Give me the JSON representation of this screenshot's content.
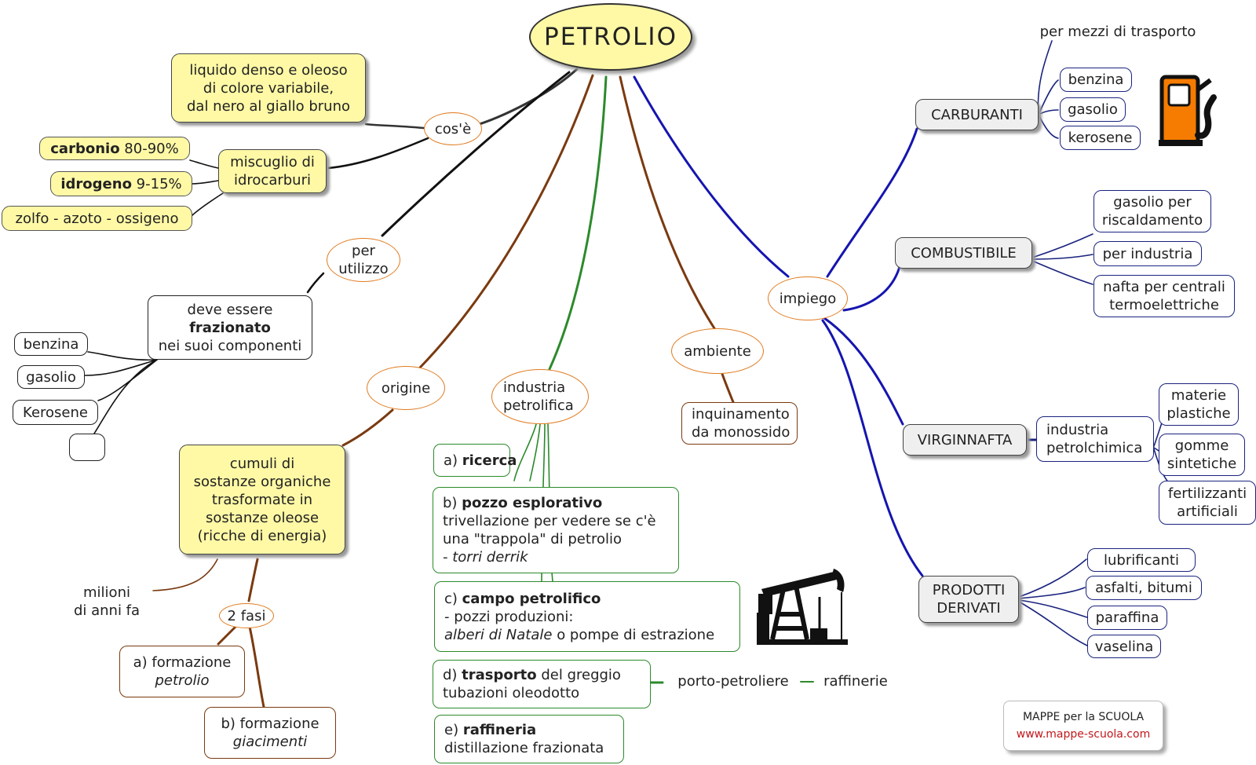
{
  "title": "PETROLIO",
  "cos_e": {
    "label": "cos'è",
    "definition": [
      "liquido denso e oleoso",
      "di colore variabile,",
      "dal nero al giallo bruno"
    ],
    "miscuglio": [
      "miscuglio di",
      "idrocarburi"
    ],
    "carbonio": {
      "name": "carbonio",
      "value": "80-90%"
    },
    "idrogeno": {
      "name": "idrogeno",
      "value": "9-15%"
    },
    "altri": "zolfo - azoto - ossigeno"
  },
  "per_utilizzo": {
    "label": [
      "per",
      "utilizzo"
    ],
    "box": {
      "line1": "deve essere",
      "line2": "frazionato",
      "line3": "nei suoi componenti"
    },
    "items": [
      "benzina",
      "gasolio",
      "Kerosene",
      ""
    ]
  },
  "origine": {
    "label": "origine",
    "box": [
      "cumuli di",
      "sostanze organiche",
      "trasformate in",
      "sostanze oleose",
      "(ricche di energia)"
    ],
    "tempo": [
      "milioni",
      "di anni fa"
    ],
    "fasi": "2 fasi",
    "fase_a": {
      "prefix": "a) formazione",
      "term": "petrolio"
    },
    "fase_b": {
      "prefix": "b) formazione",
      "term": "giacimenti"
    }
  },
  "industria": {
    "label": [
      "industria",
      "petrolifica"
    ],
    "a": {
      "prefix": "a) ",
      "bold": "ricerca"
    },
    "b": {
      "prefix": "b) ",
      "bold": "pozzo esplorativo",
      "l2": "trivellazione per vedere se c'è",
      "l3": "una \"trappola\" di petrolio",
      "l4": "- torri derrik"
    },
    "c": {
      "prefix": "c) ",
      "bold": "campo petrolifico",
      "l2": "- pozzi produzioni:",
      "l3_italic": "alberi di Natale",
      "l3_rest": " o pompe di estrazione"
    },
    "d": {
      "prefix": "d) ",
      "bold": "trasporto",
      "l1_rest": " del greggio",
      "l2": "tubazioni oleodotto"
    },
    "d_links": {
      "porto": "porto-petroliere",
      "dash": "—",
      "raffinerie": "raffinerie"
    },
    "e": {
      "prefix": "e) ",
      "bold": "raffineria",
      "l2": "distillazione frazionata"
    }
  },
  "ambiente": {
    "label": "ambiente",
    "box": [
      "inquinamento",
      "da monossido"
    ]
  },
  "impiego": {
    "label": "impiego",
    "carburanti": {
      "label": "CARBURANTI",
      "note": "per mezzi di trasporto",
      "items": [
        "benzina",
        "gasolio",
        "kerosene"
      ]
    },
    "combustibile": {
      "label": "COMBUSTIBILE",
      "items": [
        [
          "gasolio per",
          "riscaldamento"
        ],
        [
          "per industria"
        ],
        [
          "nafta per centrali",
          "termoelettriche"
        ]
      ]
    },
    "virginnafta": {
      "label": "VIRGINNAFTA",
      "industria": [
        "industria",
        "petrolchimica"
      ],
      "items": [
        [
          "materie",
          "plastiche"
        ],
        [
          "gomme",
          "sintetiche"
        ],
        [
          "fertilizzanti",
          "artificiali"
        ]
      ]
    },
    "prodotti": {
      "label": [
        "PRODOTTI",
        "DERIVATI"
      ],
      "items": [
        "lubrificanti",
        "asfalti, bitumi",
        "paraffina",
        "vaselina"
      ]
    }
  },
  "logo": {
    "line1": "MAPPE per la SCUOLA",
    "line2": "www.mappe-scuola.com"
  },
  "icons": [
    "fuel-pump-icon",
    "oil-pump-jack-icon"
  ],
  "colors": {
    "title_fill": "#fff9a6",
    "green_branch": "#2c8a2c",
    "brown_branch": "#7a3a10",
    "blue_branch": "#1515b0",
    "ellipse_border": "#e07b20",
    "dark_line": "#222222",
    "pump_orange": "#f57c00"
  }
}
